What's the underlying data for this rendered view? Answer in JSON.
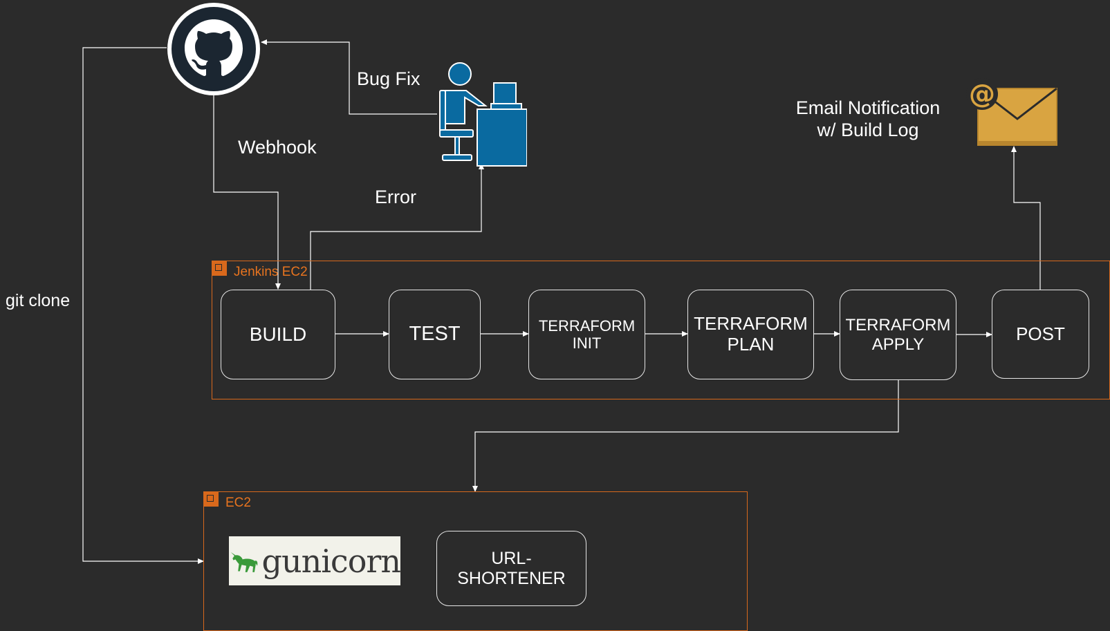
{
  "actors": {
    "github": {
      "icon": "github-octocat-icon"
    },
    "developer": {
      "icon": "developer-at-desk-icon"
    },
    "email": {
      "icon": "email-envelope-icon"
    }
  },
  "edge_labels": {
    "bug_fix": "Bug Fix",
    "webhook": "Webhook",
    "error": "Error",
    "git_clone": "git clone",
    "email_line1": "Email Notification",
    "email_line2": "w/ Build Log"
  },
  "groups": {
    "jenkins": {
      "title": "Jenkins EC2"
    },
    "ec2": {
      "title": "EC2"
    }
  },
  "stages": [
    {
      "id": "build",
      "lines": [
        "BUILD"
      ]
    },
    {
      "id": "test",
      "lines": [
        "TEST"
      ]
    },
    {
      "id": "terraform-init",
      "lines": [
        "TERRAFORM",
        "INIT"
      ]
    },
    {
      "id": "terraform-plan",
      "lines": [
        "TERRAFORM",
        "PLAN"
      ]
    },
    {
      "id": "terraform-apply",
      "lines": [
        "TERRAFORM",
        "APPLY"
      ]
    },
    {
      "id": "post",
      "lines": [
        "POST"
      ]
    }
  ],
  "ec2_contents": {
    "gunicorn_logo": "gunicorn",
    "app": {
      "lines": [
        "URL-",
        "SHORTENER"
      ]
    }
  },
  "colors": {
    "background": "#2b2b2b",
    "group_border": "#d9691c",
    "github_dark": "#1b2631",
    "developer_blue": "#0a6aa0",
    "email_gold": "#d9a441",
    "gunicorn_green": "#3a9a3a"
  }
}
